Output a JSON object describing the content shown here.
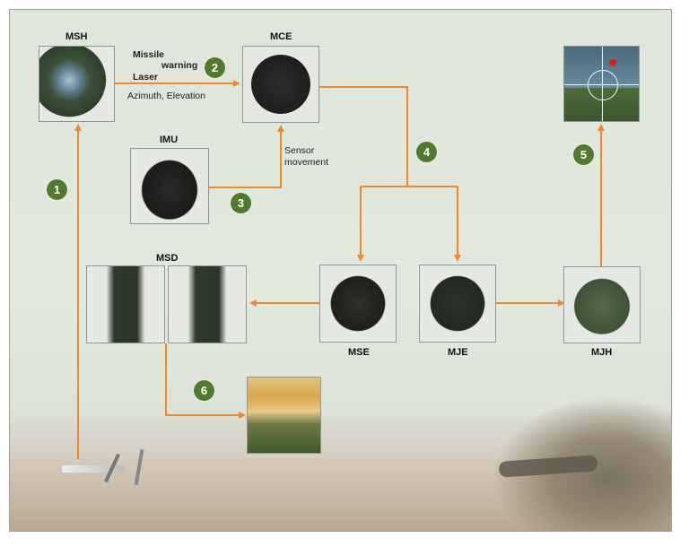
{
  "devices": {
    "msh": "MSH",
    "mce": "MCE",
    "imu": "IMU",
    "msd": "MSD",
    "mse": "MSE",
    "mje": "MJE",
    "mjh": "MJH"
  },
  "annotations": {
    "missile": "Missile",
    "warning": "warning",
    "laser": "Laser",
    "az_el": "Azimuth, Elevation",
    "sensor": "Sensor",
    "movement": "movement"
  },
  "steps": [
    "1",
    "2",
    "3",
    "4",
    "5",
    "6"
  ],
  "colors": {
    "arrow": "#f0882e",
    "badge": "#517a2e"
  }
}
